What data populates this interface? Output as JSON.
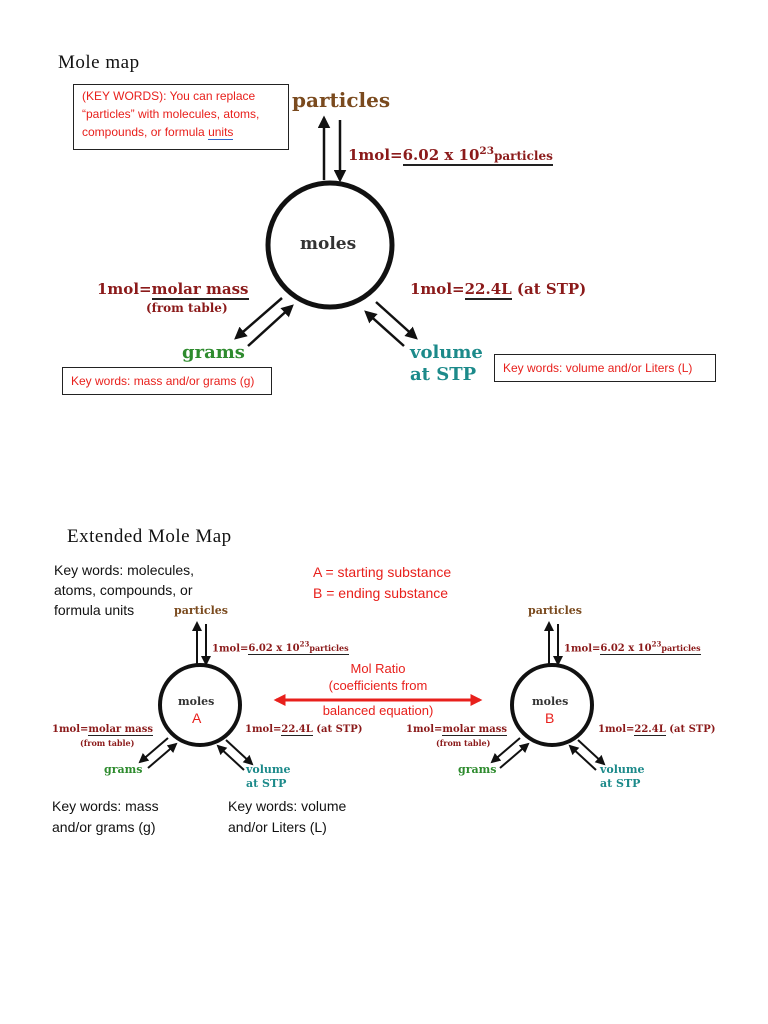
{
  "top": {
    "title": "Mole map",
    "keywords_box": {
      "line1": "(KEY WORDS): You can replace",
      "line2": "“particles” with molecules, atoms,",
      "line3_a": "compounds, or formula ",
      "line3_b": "units"
    },
    "particles": "particles",
    "particles_conv_a": "1mol=",
    "particles_conv_b": "6.02 x 10",
    "particles_conv_exp": "23",
    "particles_conv_c": "particles",
    "center": "moles",
    "molar_a": "1mol=",
    "molar_b": "molar mass",
    "molar_c": "(from table)",
    "vol_a": "1mol=",
    "vol_b": "22.4L",
    "vol_c": " (at STP)",
    "grams": "grams",
    "volume_1": "volume",
    "volume_2": "at STP",
    "grams_box": "Key words: mass and/or grams (g)",
    "volume_box": "Key words: volume and/or Liters (L)"
  },
  "extended": {
    "title": "Extended Mole Map",
    "kw_particles": [
      "Key words: molecules,",
      "atoms, compounds, or",
      "formula units"
    ],
    "legend_a": "A = starting substance",
    "legend_b": "B = ending substance",
    "ratio": [
      "Mol Ratio",
      "(coefficients from",
      "balanced equation)"
    ],
    "kw_mass": [
      "Key words: mass",
      "and/or grams (g)"
    ],
    "kw_volume": [
      "Key words: volume",
      "and/or Liters (L)"
    ],
    "left": {
      "particles": "particles",
      "conv_a": "1mol=",
      "conv_b": "6.02 x 10",
      "conv_exp": "23",
      "conv_c": "particles",
      "moles": "moles",
      "letter": "A",
      "molar_a": "1mol=",
      "molar_b": "molar mass",
      "molar_c": "(from table)",
      "vol_a": "1mol=",
      "vol_b": "22.4L",
      "vol_c": " (at STP)",
      "grams": "grams",
      "volume_1": "volume",
      "volume_2": "at STP"
    },
    "right": {
      "particles": "particles",
      "conv_a": "1mol=",
      "conv_b": "6.02 x 10",
      "conv_exp": "23",
      "conv_c": "particles",
      "moles": "moles",
      "letter": "B",
      "molar_a": "1mol=",
      "molar_b": "molar mass",
      "molar_c": "(from table)",
      "vol_a": "1mol=",
      "vol_b": "22.4L",
      "vol_c": " (at STP)",
      "grams": "grams",
      "volume_1": "volume",
      "volume_2": "at STP"
    }
  }
}
